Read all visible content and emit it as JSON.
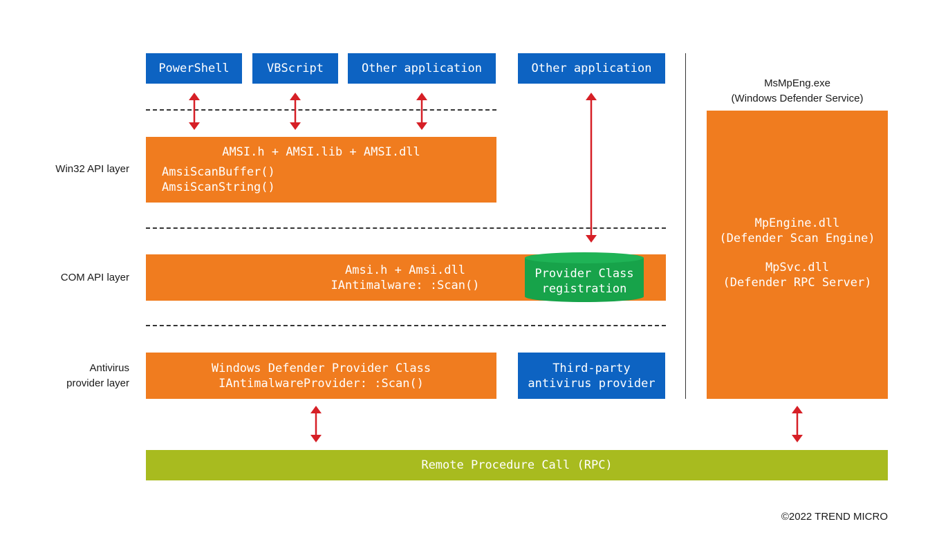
{
  "apps": {
    "powershell": "PowerShell",
    "vbscript": "VBScript",
    "other_app_1": "Other application",
    "other_app_2": "Other application"
  },
  "layers": {
    "win32": "Win32 API layer",
    "com": "COM API layer",
    "antivirus_line1": "Antivirus",
    "antivirus_line2": "provider layer"
  },
  "win32_box": {
    "header": "AMSI.h + AMSI.lib + AMSI.dll",
    "line1": "AmsiScanBuffer()",
    "line2": "AmsiScanString()"
  },
  "com_box": {
    "line1": "Amsi.h + Amsi.dll",
    "line2": "IAntimalware: :Scan()"
  },
  "provider_registration": {
    "line1": "Provider Class",
    "line2": "registration"
  },
  "defender_provider": {
    "line1": "Windows Defender Provider Class",
    "line2": "IAntimalwareProvider: :Scan()"
  },
  "third_party": {
    "line1": "Third-party",
    "line2": "antivirus provider"
  },
  "msmpeng": {
    "title1": "MsMpEng.exe",
    "title2": "(Windows Defender Service)",
    "engine1": "MpEngine.dll",
    "engine2": "(Defender Scan Engine)",
    "svc1": "MpSvc.dll",
    "svc2": "(Defender RPC Server)"
  },
  "rpc": "Remote Procedure Call (RPC)",
  "copyright": "©2022 TREND MICRO",
  "colors": {
    "blue": "#0d63c2",
    "orange": "#f07c1f",
    "green": "#17a34a",
    "lime": "#a8bb1f",
    "arrow_red": "#d61f26"
  }
}
